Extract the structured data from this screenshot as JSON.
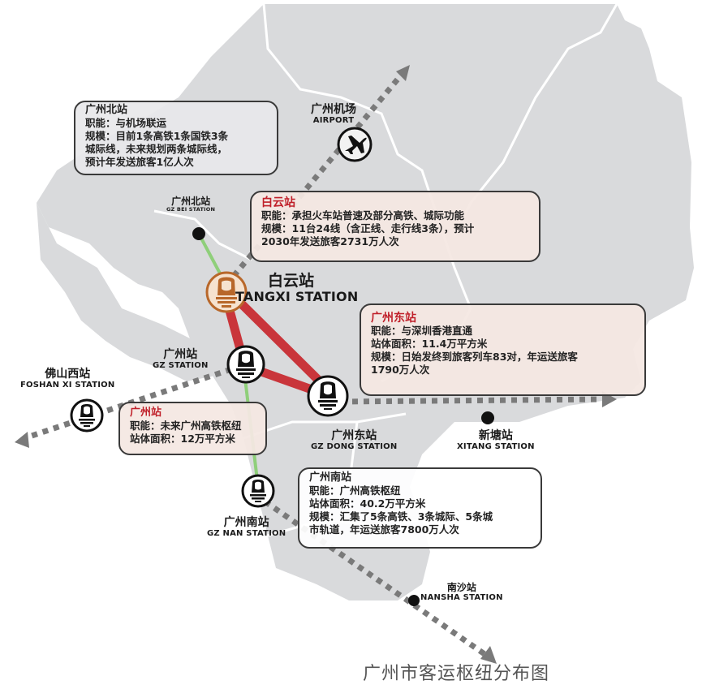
{
  "title": "广州市客运枢纽分布图",
  "colors": {
    "region_fill": "#d9dadc",
    "region_border": "#ffffff",
    "primary_link": "#c8282e",
    "secondary_link": "#8fcf7a",
    "dotted_route": "#7a7a7a",
    "hub_icon": "#b8672a",
    "title_red": "#c0202a"
  },
  "stations": {
    "baiyun": {
      "cn": "白云站",
      "en": "TANGXI STATION"
    },
    "gz_bei": {
      "cn": "广州北站",
      "en": "GZ BEI STATION"
    },
    "airport": {
      "cn": "广州机场",
      "en": "AIRPORT"
    },
    "gz": {
      "cn": "广州站",
      "en": "GZ  STATION"
    },
    "foshan_xi": {
      "cn": "佛山西站",
      "en": "FOSHAN XI  STATION"
    },
    "gz_dong": {
      "cn": "广州东站",
      "en": "GZ DONG STATION"
    },
    "xitang": {
      "cn": "新塘站",
      "en": "XITANG STATION"
    },
    "gz_nan": {
      "cn": "广州南站",
      "en": "GZ NAN STATION"
    },
    "nansha": {
      "cn": "南沙站",
      "en": "NANSHA STATION"
    }
  },
  "info_boxes": {
    "gz_bei": {
      "title": "广州北站",
      "lines": [
        "职能：与机场联运",
        "规模：目前1条高铁1条国铁3条",
        "城际线，未来规划两条城际线，",
        "预计年发送旅客1亿人次"
      ]
    },
    "baiyun": {
      "title": "白云站",
      "lines": [
        "职能：承担火车站普速及部分高铁、城际功能",
        "规模：11台24线（含正线、走行线3条），预计",
        "2030年发送旅客2731万人次"
      ]
    },
    "gz_dong": {
      "title": "广州东站",
      "lines": [
        "职能：与深圳香港直通",
        "站体面积：11.4万平方米",
        "规模：日始发终到旅客列车83对，年运送旅客",
        "1790万人次"
      ]
    },
    "gz": {
      "title": "广州站",
      "lines": [
        "职能：未来广州高铁枢纽",
        "站体面积：12万平方米"
      ]
    },
    "gz_nan": {
      "title": "广州南站",
      "lines": [
        "职能：广州高铁枢纽",
        "站体面积：40.2万平方米",
        "规模：汇集了5条高铁、3条城际、5条城",
        "市轨道，年运送旅客7800万人次"
      ]
    }
  },
  "icons": {
    "train": "train-front-icon",
    "airplane": "airplane-icon",
    "station_dot": "station-dot-icon",
    "route_arrow": "arrow-icon"
  }
}
